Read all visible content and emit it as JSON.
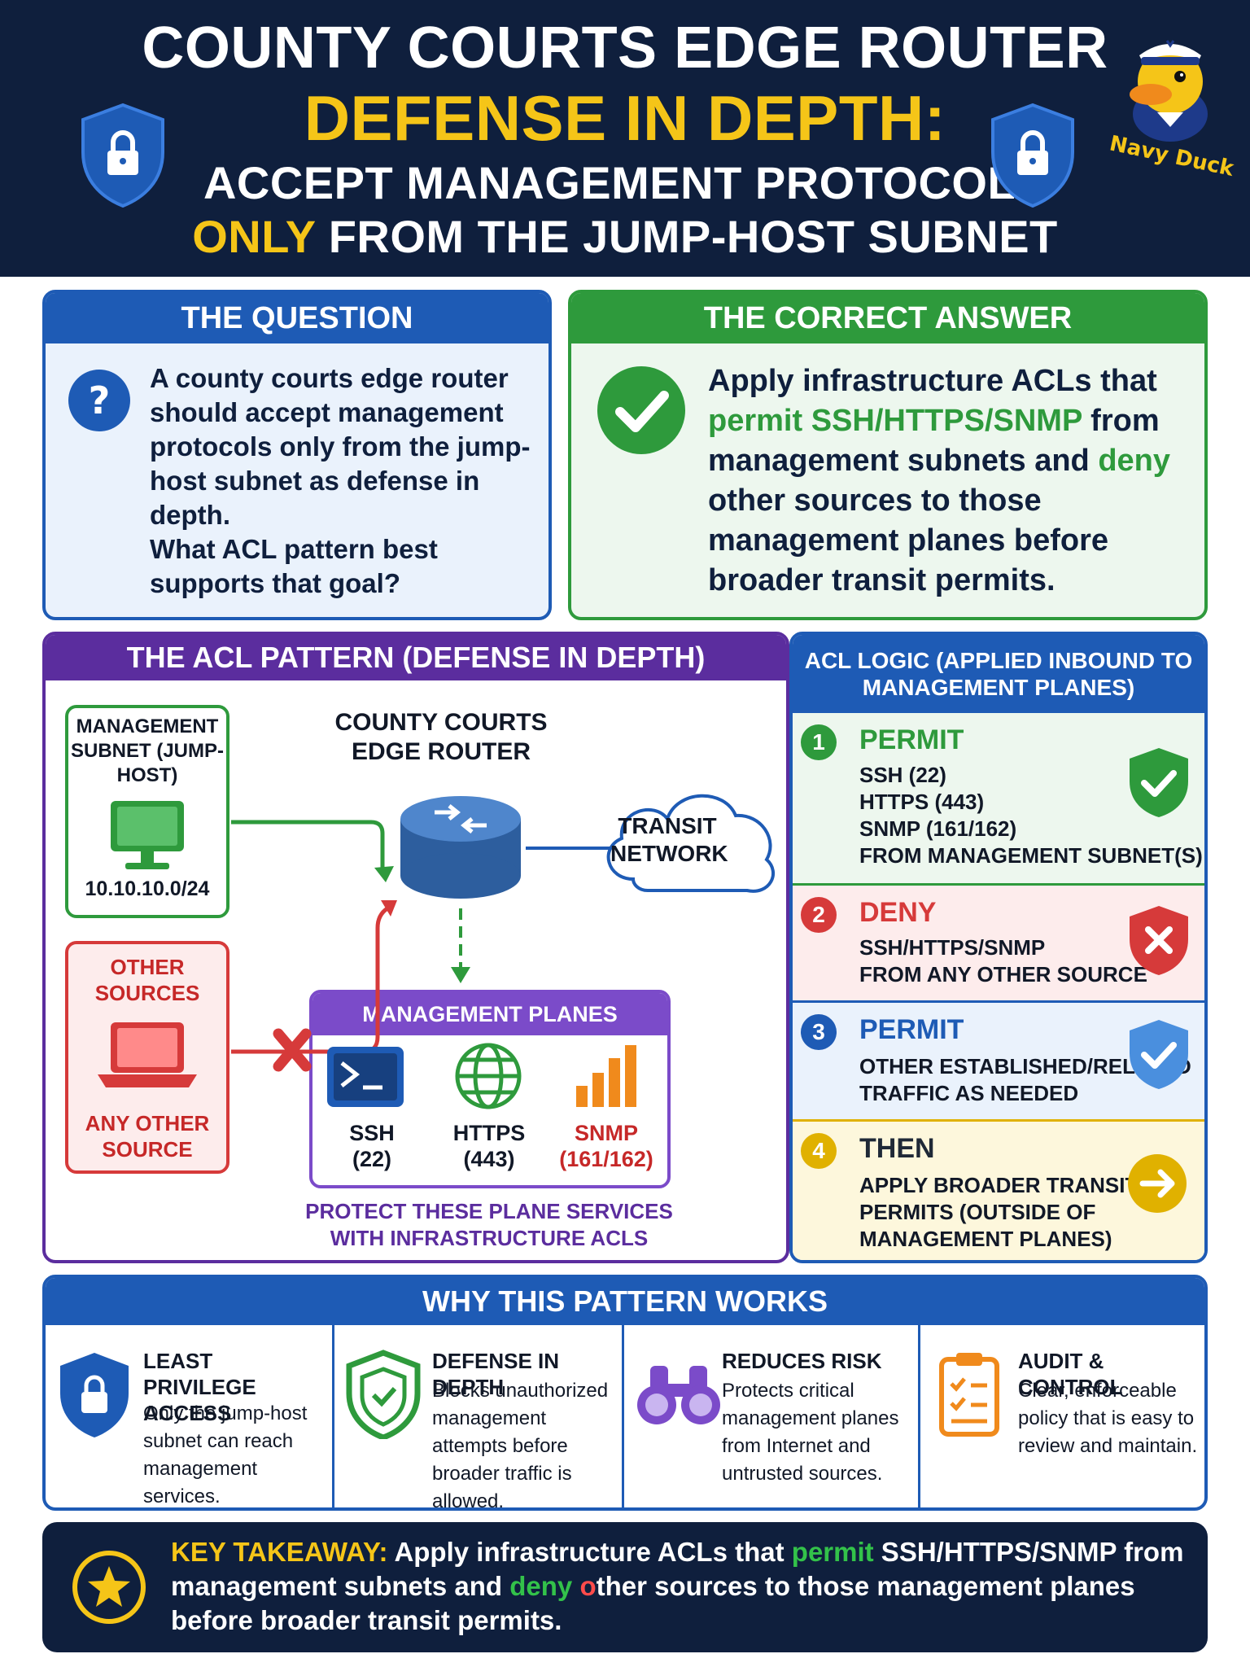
{
  "header": {
    "line1": "COUNTY COURTS EDGE ROUTER",
    "line2": "DEFENSE IN DEPTH:",
    "line3": "ACCEPT MANAGEMENT PROTOCOLS",
    "line4_highlight": "ONLY",
    "line4_rest": " FROM THE JUMP-HOST SUBNET",
    "logo_text": "Navy Duck"
  },
  "question": {
    "title": "THE QUESTION",
    "text": "A county courts edge router should accept management protocols only from the jump-host subnet as defense in depth.",
    "prompt": "What ACL pattern best supports that goal?"
  },
  "answer": {
    "title": "THE CORRECT ANSWER",
    "part1": "Apply infrastructure ACLs that ",
    "part2": "permit SSH/HTTPS/SNMP",
    "part3": " from management subnets and ",
    "part4": "deny",
    "part5": " other sources to those management planes before broader transit permits."
  },
  "pattern": {
    "title": "THE ACL PATTERN (DEFENSE IN DEPTH)",
    "mgmt_label": "MANAGEMENT SUBNET (JUMP-HOST)",
    "mgmt_ip": "10.10.10.0/24",
    "other_label": "OTHER SOURCES",
    "other_sub": "ANY OTHER SOURCE",
    "router_label": "COUNTY COURTS EDGE ROUTER",
    "transit_label": "TRANSIT NETWORK",
    "planes_title": "MANAGEMENT PLANES",
    "planes": [
      {
        "name": "SSH",
        "port": "(22)"
      },
      {
        "name": "HTTPS",
        "port": "(443)"
      },
      {
        "name": "SNMP",
        "port": "(161/162)"
      }
    ],
    "protect": "PROTECT THESE PLANE SERVICES WITH INFRASTRUCTURE ACLS"
  },
  "logic": {
    "title": "ACL LOGIC (APPLIED INBOUND TO MANAGEMENT PLANES)",
    "rules": [
      {
        "num": "1",
        "action": "PERMIT",
        "lines": [
          "SSH (22)",
          "HTTPS (443)",
          "SNMP (161/162)",
          "FROM MANAGEMENT SUBNET(S)"
        ]
      },
      {
        "num": "2",
        "action": "DENY",
        "lines": [
          "SSH/HTTPS/SNMP",
          "FROM ANY OTHER SOURCE"
        ]
      },
      {
        "num": "3",
        "action": "PERMIT",
        "lines": [
          "OTHER ESTABLISHED/RELATED",
          "TRAFFIC AS NEEDED"
        ]
      },
      {
        "num": "4",
        "action": "THEN",
        "lines": [
          "APPLY BROADER TRANSIT",
          "PERMITS (OUTSIDE OF",
          "MANAGEMENT PLANES)"
        ]
      }
    ]
  },
  "why": {
    "title": "WHY THIS PATTERN WORKS",
    "items": [
      {
        "title": "LEAST PRIVILEGE ACCESS",
        "body": "Only the jump-host subnet can reach management services."
      },
      {
        "title": "DEFENSE IN DEPTH",
        "body": "Blocks unauthorized management attempts before broader traffic is allowed."
      },
      {
        "title": "REDUCES RISK",
        "body": "Protects critical management planes from Internet and untrusted sources."
      },
      {
        "title": "AUDIT & CONTROL",
        "body": "Clear, enforceable policy that is easy to review and maintain."
      }
    ]
  },
  "takeaway": {
    "label": "KEY TAKEAWAY:",
    "t1": " Apply infrastructure ACLs that ",
    "permit": "permit",
    "t2": " SSH/HTTPS/SNMP from management subnets and ",
    "deny": "deny",
    "o": " o",
    "t3": "ther sources to those management planes before broader transit permits."
  },
  "colors": {
    "navy": "#0f1f3d",
    "yellow": "#f5c518",
    "blue": "#1e5bb5",
    "green": "#2e9a3c",
    "red": "#d63a3a",
    "purple": "#5b2d9e"
  }
}
